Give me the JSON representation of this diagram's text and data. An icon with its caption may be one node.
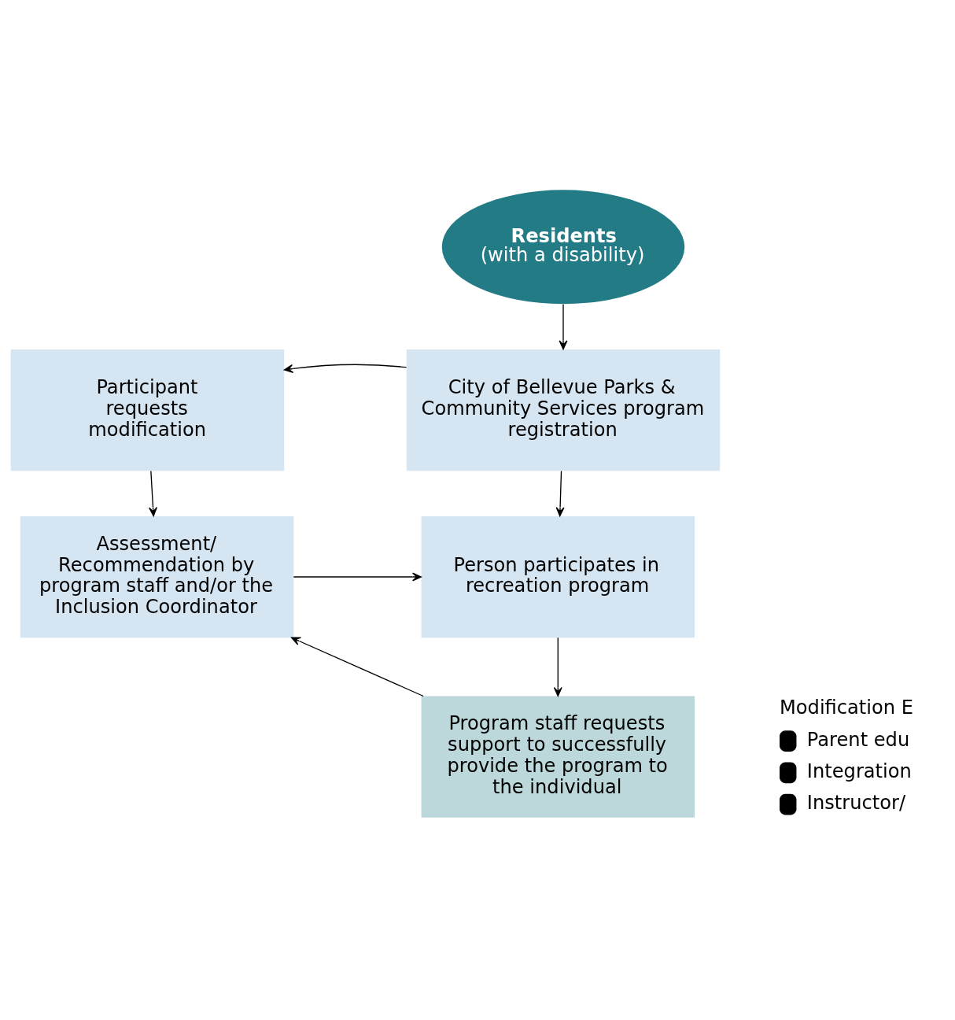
{
  "diagram": {
    "nodes": [
      {
        "text": [
          "Residents",
          "(with a disability)"
        ]
      },
      {
        "text": [
          "Participant requests modification"
        ]
      },
      {
        "text": [
          "City of Bellevue Parks & Community Services program registration"
        ]
      },
      {
        "text": [
          "Assessment/ Recommendation by program staff and/or the Inclusion Coordinator"
        ]
      },
      {
        "text": [
          "Person participates in recreation program"
        ]
      },
      {
        "text": [
          "Program staff requests support to successfully provide the program to the individual"
        ]
      }
    ],
    "edges": [
      {
        "from": 0,
        "to": 2,
        "arrow": "to"
      },
      {
        "from": 2,
        "to": 1,
        "arrow": "to"
      },
      {
        "from": 1,
        "to": 3,
        "arrow": "to"
      },
      {
        "from": 2,
        "to": 4,
        "arrow": "to"
      },
      {
        "from": 3,
        "to": 4,
        "arrow": "to"
      },
      {
        "from": 4,
        "to": 5,
        "arrow": "to"
      },
      {
        "from": 5,
        "to": 3,
        "arrow": "to"
      }
    ],
    "labels": [
      "Modification E",
      "Parent edu",
      "Integration",
      "Instructor/"
    ]
  }
}
